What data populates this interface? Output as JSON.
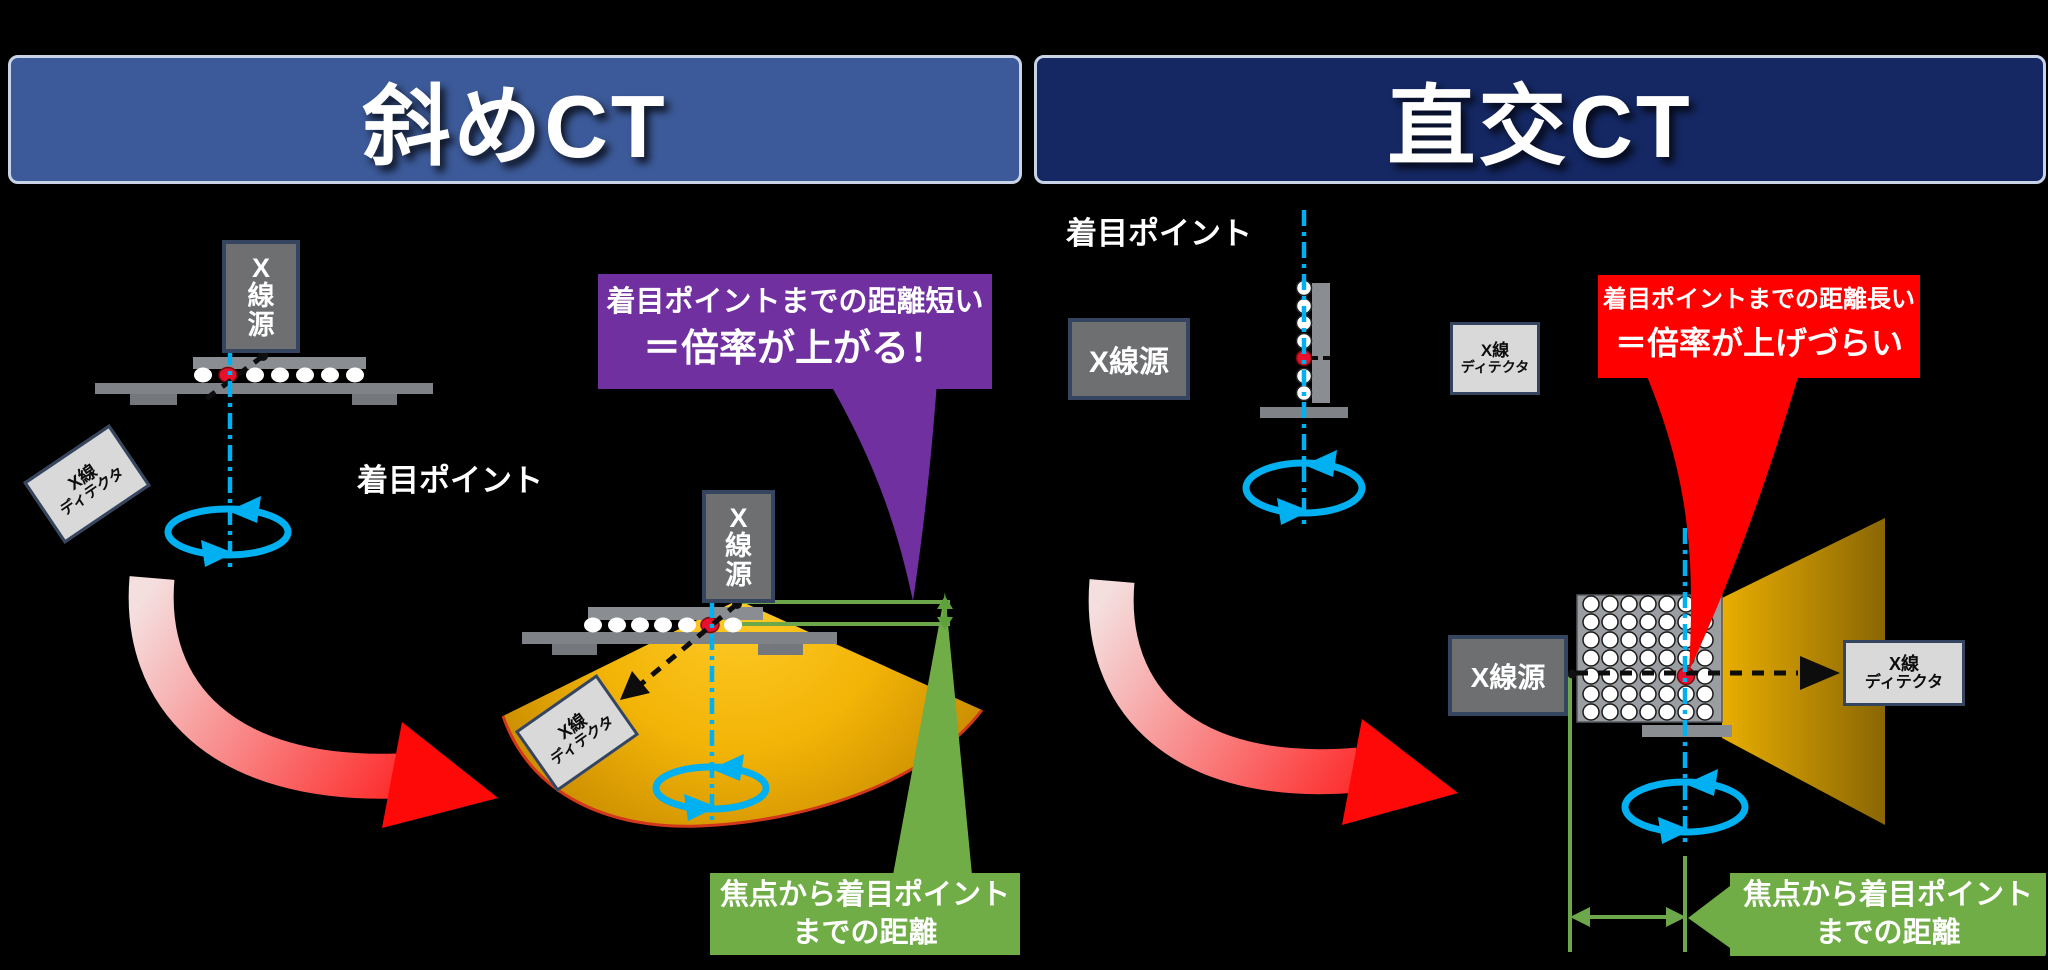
{
  "left_panel": {
    "title": "斜めCT",
    "point_label": "着目ポイント",
    "callout": {
      "line1": "着目ポイントまでの距離短い",
      "line2": "＝倍率が上がる！"
    },
    "distance_callout": {
      "line1": "焦点から着目ポイント",
      "line2": "までの距離"
    }
  },
  "right_panel": {
    "title": "直交CT",
    "point_label": "着目ポイント",
    "callout": {
      "line1": "着目ポイントまでの距離長い",
      "line2": "＝倍率が上げづらい"
    },
    "distance_callout": {
      "line1": "焦点から着目ポイント",
      "line2": "までの距離"
    }
  },
  "labels": {
    "xray_source": "X線源",
    "xray_detector_line1": "X線",
    "xray_detector_line2": "ディテクタ"
  },
  "colors": {
    "left_header_bg": "#3C5A99",
    "right_header_bg": "#152864",
    "highlight_purple": "#7030A0",
    "highlight_red": "#FF0000",
    "distance_green": "#70AD47",
    "axis_cyan": "#00B0F0",
    "beam_yellow": "#F0B400",
    "background": "#000000"
  }
}
